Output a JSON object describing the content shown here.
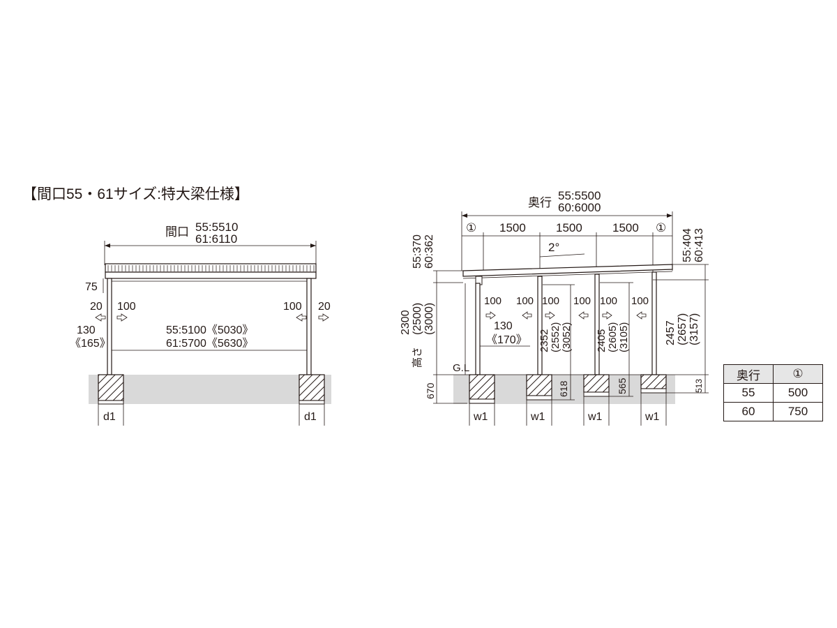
{
  "title": "【間口55・61サイズ:特大梁仕様】",
  "front": {
    "width_label": "間口",
    "width_55": "55:5510",
    "width_61": "61:6110",
    "dim_75": "75",
    "dim_20_left": "20",
    "dim_100_left": "100",
    "dim_100_right": "100",
    "dim_20_right": "20",
    "dim_130": "130",
    "dim_165": "《165》",
    "span_55": "55:5100《5030》",
    "span_61": "61:5700《5630》",
    "foot_left": "d1",
    "foot_right": "d1"
  },
  "side": {
    "depth_label": "奥行",
    "depth_55": "55:5500",
    "depth_61": "60:6000",
    "marker_left": "①",
    "marker_right": "①",
    "bay_1": "1500",
    "bay_2": "1500",
    "bay_3": "1500",
    "slope": "2°",
    "left_top_55": "55:370",
    "left_top_60": "60:362",
    "right_top_55": "55:404",
    "right_top_60": "60:413",
    "height_1": "2300",
    "height_2": "(2500)",
    "height_3": "(3000)",
    "height_label": "高さ",
    "mid_a_1": "2352",
    "mid_a_2": "(2552)",
    "mid_a_3": "(3052)",
    "mid_b_1": "2405",
    "mid_b_2": "(2605)",
    "mid_b_3": "(3105)",
    "right_h_1": "2457",
    "right_h_2": "(2657)",
    "right_h_3": "(3157)",
    "off_100_1": "100",
    "off_100_2": "100",
    "off_100_3": "100",
    "off_100_4": "100",
    "off_100_5": "100",
    "off_100_6": "100",
    "dim_130": "130",
    "dim_170": "《170》",
    "gl": "G.L",
    "depth_670": "670",
    "depth_618": "618",
    "depth_565": "565",
    "depth_513": "513",
    "foot_1": "w1",
    "foot_2": "w1",
    "foot_3": "w1",
    "foot_4": "w1"
  },
  "table": {
    "header": [
      "奥行",
      "①"
    ],
    "rows": [
      [
        "55",
        "500"
      ],
      [
        "60",
        "750"
      ]
    ]
  }
}
